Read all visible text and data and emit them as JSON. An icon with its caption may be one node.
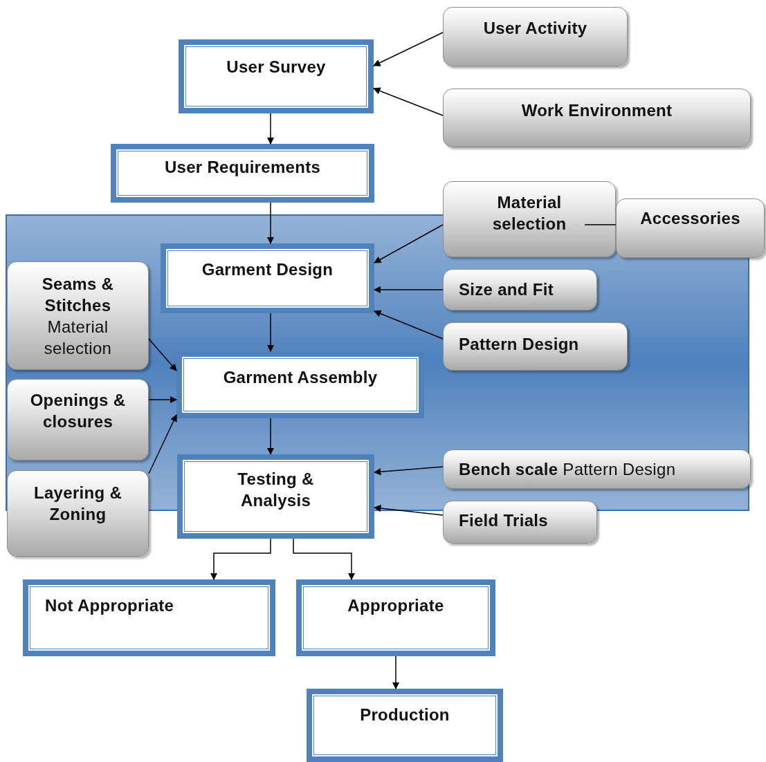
{
  "diagram": {
    "nodes": [
      {
        "text": [
          "User Survey"
        ]
      },
      {
        "text": [
          "User Activity"
        ]
      },
      {
        "text": [
          "Work Environment"
        ]
      },
      {
        "text": [
          "User Requirements"
        ]
      },
      {
        "text": [],
        "shape": "box"
      },
      {
        "text": [
          "Material selection"
        ]
      },
      {
        "text": [
          "Accessories"
        ]
      },
      {
        "text": [
          "Garment Design"
        ],
        "in": 4
      },
      {
        "text": [
          "Seams & Stitches",
          "Material selection"
        ],
        "in": 4
      },
      {
        "text": [
          "Size and Fit"
        ],
        "in": 4
      },
      {
        "text": [
          "Pattern Design"
        ],
        "in": 4
      },
      {
        "text": [
          "Garment Assembly"
        ],
        "in": 4
      },
      {
        "text": [
          "Openings & closures"
        ],
        "in": 4
      },
      {
        "text": [
          "Testing & Analysis"
        ]
      },
      {
        "text": [
          "**Bench scale** Pattern Design"
        ],
        "in": 4
      },
      {
        "text": [
          "Layering & Zoning"
        ]
      },
      {
        "text": [
          "Field Trials"
        ]
      },
      {
        "text": [
          "Not Appropriate"
        ]
      },
      {
        "text": [
          "Appropriate"
        ]
      },
      {
        "text": [
          "Production"
        ]
      }
    ],
    "edges": [
      {
        "from": 1,
        "to": 0,
        "arrow": "to"
      },
      {
        "from": 2,
        "to": 0,
        "arrow": "to"
      },
      {
        "from": 0,
        "to": 3,
        "arrow": "to"
      },
      {
        "from": 3,
        "to": 7,
        "arrow": "to"
      },
      {
        "from": 5,
        "to": 7,
        "arrow": "to"
      },
      {
        "from": 5,
        "to": 6,
        "arrow": "none"
      },
      {
        "from": 9,
        "to": 7,
        "arrow": "to"
      },
      {
        "from": 10,
        "to": 7,
        "arrow": "to"
      },
      {
        "from": 7,
        "to": 11,
        "arrow": "to"
      },
      {
        "from": 8,
        "to": 11,
        "arrow": "to"
      },
      {
        "from": 12,
        "to": 11,
        "arrow": "to"
      },
      {
        "from": 15,
        "to": 11,
        "arrow": "to"
      },
      {
        "from": 11,
        "to": 13,
        "arrow": "to"
      },
      {
        "from": 14,
        "to": 13,
        "arrow": "to"
      },
      {
        "from": 16,
        "to": 13,
        "arrow": "to"
      },
      {
        "from": 13,
        "to": 17,
        "arrow": "to"
      },
      {
        "from": 13,
        "to": 18,
        "arrow": "to"
      },
      {
        "from": 18,
        "to": 19,
        "arrow": "to"
      }
    ]
  }
}
